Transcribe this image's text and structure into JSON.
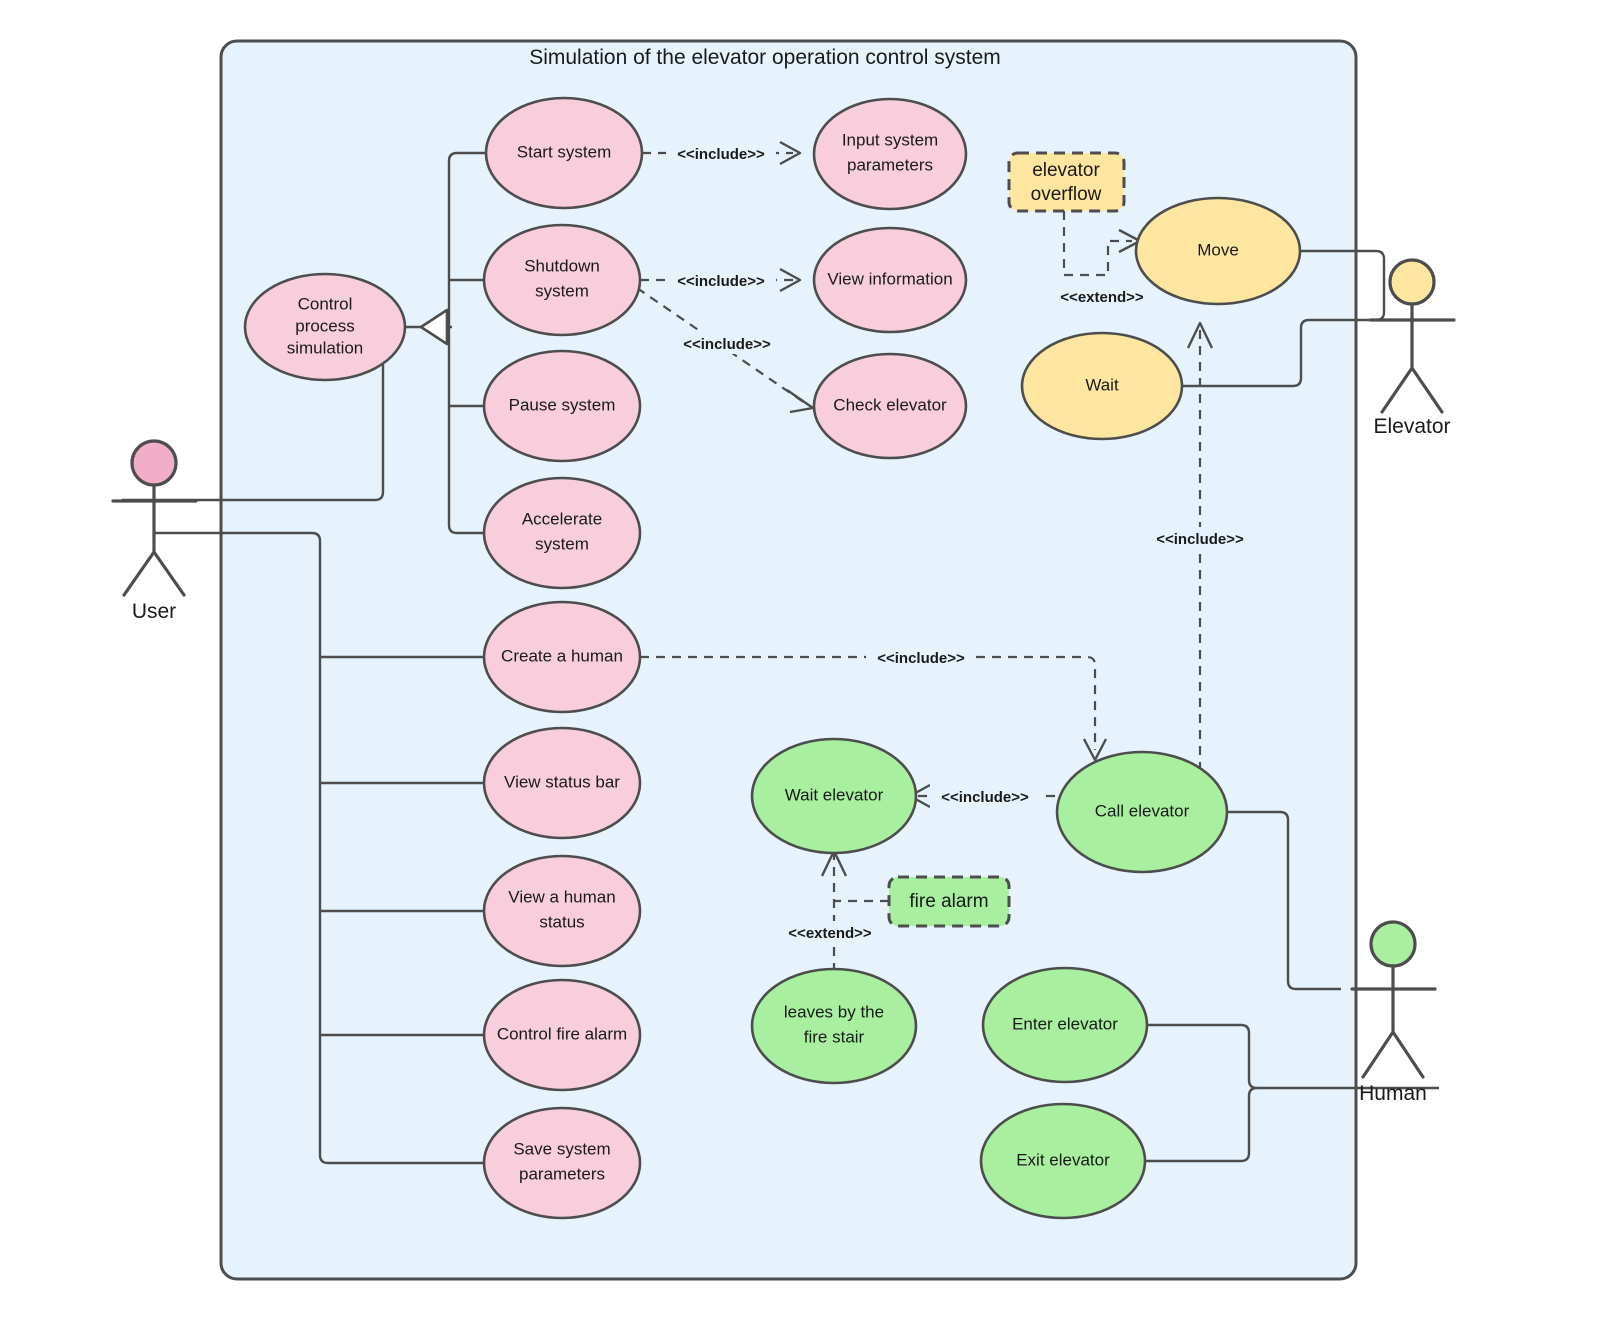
{
  "diagram": {
    "type": "uml-use-case-diagram",
    "system_title": "Simulation of the elevator operation control system",
    "colors": {
      "system_fill": "#e6f3fc",
      "system_stroke": "#4d4d4d",
      "pink_fill": "#f8cedd",
      "yellow_fill": "#ffe6a0",
      "green_fill": "#a8f0a0",
      "stroke": "#4d4d4d",
      "text": "#1a1a1a",
      "generalization_arrow_fill": "#ffffff"
    }
  },
  "actors": [
    {
      "id": "user",
      "label": "User",
      "color": "#f0aec8"
    },
    {
      "id": "elevator",
      "label": "Elevator",
      "color": "#ffe6a0"
    },
    {
      "id": "human",
      "label": "Human",
      "color": "#a8f0a0"
    }
  ],
  "use_cases": [
    {
      "id": "control_process_simulation",
      "label_lines": [
        "Control",
        "process",
        "simulation"
      ],
      "color": "pink"
    },
    {
      "id": "start_system",
      "label_lines": [
        "Start system"
      ],
      "color": "pink"
    },
    {
      "id": "shutdown_system",
      "label_lines": [
        "Shutdown",
        "system"
      ],
      "color": "pink"
    },
    {
      "id": "pause_system",
      "label_lines": [
        "Pause system"
      ],
      "color": "pink"
    },
    {
      "id": "accelerate_system",
      "label_lines": [
        "Accelerate",
        "system"
      ],
      "color": "pink"
    },
    {
      "id": "input_system_parameters",
      "label_lines": [
        "Input system",
        "parameters"
      ],
      "color": "pink"
    },
    {
      "id": "view_information",
      "label_lines": [
        "View information"
      ],
      "color": "pink"
    },
    {
      "id": "check_elevator",
      "label_lines": [
        "Check elevator"
      ],
      "color": "pink"
    },
    {
      "id": "create_a_human",
      "label_lines": [
        "Create a human"
      ],
      "color": "pink"
    },
    {
      "id": "view_status_bar",
      "label_lines": [
        "View status bar"
      ],
      "color": "pink"
    },
    {
      "id": "view_a_human_status",
      "label_lines": [
        "View a human",
        "status"
      ],
      "color": "pink"
    },
    {
      "id": "control_fire_alarm",
      "label_lines": [
        "Control fire alarm"
      ],
      "color": "pink"
    },
    {
      "id": "save_system_parameters",
      "label_lines": [
        "Save system",
        "parameters"
      ],
      "color": "pink"
    },
    {
      "id": "move",
      "label_lines": [
        "Move"
      ],
      "color": "yellow"
    },
    {
      "id": "wait",
      "label_lines": [
        "Wait"
      ],
      "color": "yellow"
    },
    {
      "id": "wait_elevator",
      "label_lines": [
        "Wait elevator"
      ],
      "color": "green"
    },
    {
      "id": "call_elevator",
      "label_lines": [
        "Call elevator"
      ],
      "color": "green"
    },
    {
      "id": "leaves_by_the_fire_stair",
      "label_lines": [
        "leaves by the",
        "fire stair"
      ],
      "color": "green"
    },
    {
      "id": "enter_elevator",
      "label_lines": [
        "Enter elevator"
      ],
      "color": "green"
    },
    {
      "id": "exit_elevator",
      "label_lines": [
        "Exit elevator"
      ],
      "color": "green"
    }
  ],
  "notes": [
    {
      "id": "elevator_overflow",
      "label_lines": [
        "elevator",
        "overflow"
      ],
      "color": "yellow"
    },
    {
      "id": "fire_alarm",
      "label_lines": [
        "fire alarm"
      ],
      "color": "green"
    }
  ],
  "relationships": [
    {
      "from": "start_system",
      "to": "input_system_parameters",
      "stereotype": "<<include>>"
    },
    {
      "from": "shutdown_system",
      "to": "view_information",
      "stereotype": "<<include>>"
    },
    {
      "from": "shutdown_system",
      "to": "check_elevator",
      "stereotype": "<<include>>"
    },
    {
      "from": "create_a_human",
      "to": "call_elevator",
      "stereotype": "<<include>>"
    },
    {
      "from": "call_elevator",
      "to": "wait_elevator",
      "stereotype": "<<include>>"
    },
    {
      "from": "call_elevator",
      "to": "move",
      "stereotype": "<<include>>"
    },
    {
      "from": "elevator_overflow",
      "to": "move",
      "stereotype": "<<extend>>"
    },
    {
      "from": "wait",
      "to": "move",
      "stereotype": "<<extend>>"
    },
    {
      "from": "fire_alarm",
      "to": "wait_elevator",
      "stereotype": "<<extend>>"
    },
    {
      "from": "leaves_by_the_fire_stair",
      "to": "wait_elevator",
      "stereotype": "<<extend>>"
    }
  ],
  "stereotype_labels": {
    "include": "<<include>>",
    "extend": "<<extend>>"
  }
}
